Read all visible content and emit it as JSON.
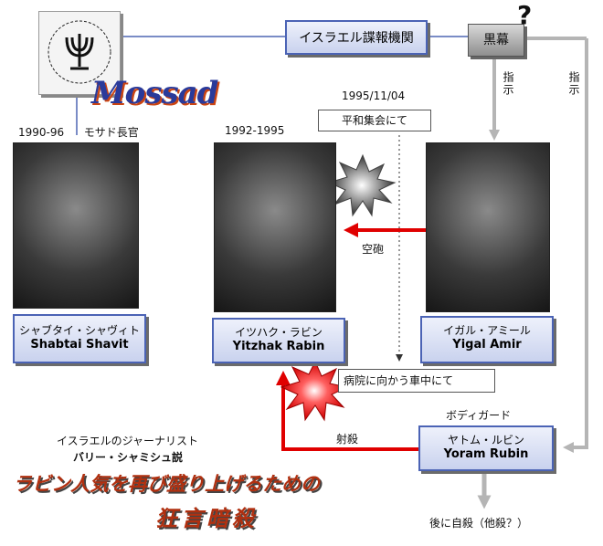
{
  "mossad": {
    "brand": "Mossad",
    "dates": "1990-96",
    "title": "モサド長官"
  },
  "agency": {
    "label": "イスラエル諜報機関"
  },
  "mastermind": {
    "label": "黒幕",
    "question_mark": "?"
  },
  "orders": {
    "to_amir": "指示",
    "to_rubin": "指示"
  },
  "event": {
    "date": "1995/11/04",
    "rally": "平和集会にて",
    "hospital": "病院に向かう車中にて"
  },
  "rabin_term": "1992-1995",
  "people": {
    "shavit": {
      "jp": "シャブタイ・シャヴィト",
      "en": "Shabtai Shavit"
    },
    "rabin": {
      "jp": "イツハク・ラビン",
      "en": "Yitzhak Rabin"
    },
    "amir": {
      "jp": "イガル・アミール",
      "en": "Yigal Amir"
    },
    "rubin": {
      "jp": "ヤトム・ルビン",
      "en": "Yoram Rubin",
      "role": "ボディガード"
    }
  },
  "shots": {
    "blank": "空砲",
    "fatal": "射殺"
  },
  "aftermath": "後に自殺（他殺？）",
  "theory": {
    "source": "イスラエルのジャーナリスト",
    "author": "バリー・シャミシュ説",
    "headline1": "ラビン人気を再び盛り上げるための",
    "headline2": "狂言暗殺"
  },
  "colors": {
    "box_border": "#4b63b5",
    "arrow_red": "#e00000",
    "arrow_gray": "#b5b5b5",
    "headline": "#b03010"
  }
}
